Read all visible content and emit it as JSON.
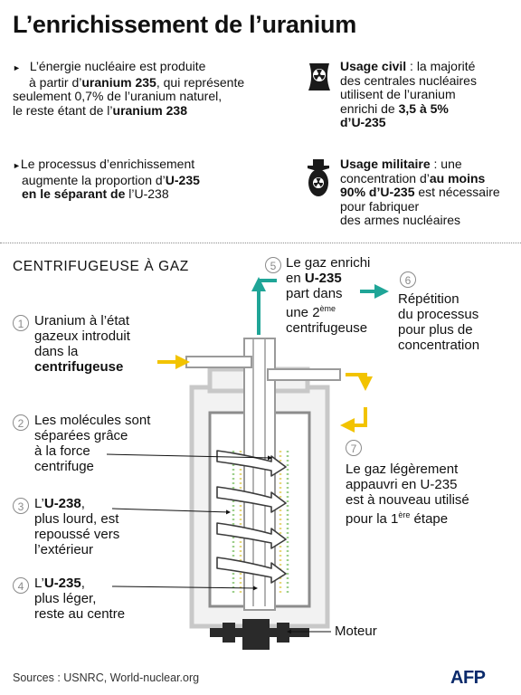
{
  "title": "L’enrichissement de l’uranium",
  "bullets": [
    {
      "line1": "L’énergie nucléaire est produite",
      "line2a": "à partir d’",
      "line2b": "uranium 235",
      "line2c": ", qui représente",
      "line3": "seulement 0,7% de l’uranium naturel,",
      "line4a": "le reste étant de l’",
      "line4b": "uranium 238"
    },
    {
      "line1": "Le processus d’enrichissement",
      "line2a": "augmente la proportion d’",
      "line2b": "U-235",
      "line3a": "en le séparant de",
      "line3b": " l’U-238"
    }
  ],
  "civil": {
    "label": "Usage civil",
    "line1": " : la majorité",
    "line2": "des centrales nucléaires",
    "line3": "utilisent de l’uranium",
    "line4a": "enrichi de ",
    "line4b": "3,5 à 5%",
    "line5": "d’U-235",
    "icon": "nuclear-plant-icon"
  },
  "military": {
    "label": "Usage militaire",
    "line1": " : une",
    "line2a": "concentration d’",
    "line2b": "au moins",
    "line3a": "90% d’U-235",
    "line3b": " est nécessaire",
    "line4": "pour fabriquer",
    "line5": "des armes nucléaires",
    "icon": "nuclear-bomb-icon"
  },
  "section_title": "CENTRIFUGEUSE À GAZ",
  "steps": [
    {
      "num": "1",
      "l1": "Uranium à l’état",
      "l2": "gazeux introduit",
      "l3": "dans la",
      "l4": "centrifugeuse"
    },
    {
      "num": "2",
      "l1": "Les molécules sont",
      "l2": "séparées grâce",
      "l3": "à la force",
      "l4": "centrifuge"
    },
    {
      "num": "3",
      "l1a": "L’",
      "l1b": "U-238",
      "l1c": ",",
      "l2": "plus lourd, est",
      "l3": "repoussé vers",
      "l4": "l’extérieur"
    },
    {
      "num": "4",
      "l1a": "L’",
      "l1b": "U-235",
      "l1c": ",",
      "l2": "plus léger,",
      "l3": "reste au centre"
    },
    {
      "num": "5",
      "l1": "Le gaz enrichi",
      "l2a": "en ",
      "l2b": "U-235",
      "l3": "part dans",
      "l4a": "une 2",
      "l4sup": "ème",
      "l5": "centrifugeuse"
    },
    {
      "num": "6",
      "l1": "Répétition",
      "l2": "du processus",
      "l3": "pour plus de",
      "l4": "concentration"
    },
    {
      "num": "7",
      "l1": "Le gaz légèrement",
      "l2": "appauvri en U-235",
      "l3": "est à nouveau utilisé",
      "l4a": "pour la 1",
      "l4sup": "ère",
      "l4b": " étape"
    }
  ],
  "motor_label": "Moteur",
  "colors": {
    "yellow": "#f2c300",
    "teal": "#1fa597",
    "grey": "#8a8a8a",
    "dotted_green": "#9ccf8a",
    "dotted_yellow": "#e6d77a"
  },
  "footer": {
    "sources": "Sources : USNRC, World-nuclear.org",
    "logo": "AFP"
  }
}
